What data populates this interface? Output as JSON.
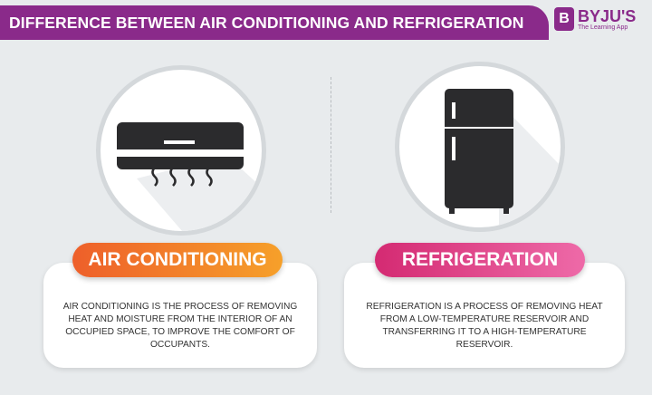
{
  "header": {
    "title": "DIFFERENCE BETWEEN AIR CONDITIONING AND REFRIGERATION"
  },
  "logo": {
    "letter": "B",
    "name": "BYJU'S",
    "tagline": "The Learning App"
  },
  "colors": {
    "brand": "#8a2a8a",
    "ac_pill": "#f07a28",
    "ref_pill": "#dc3f86",
    "background": "#e8ebed"
  },
  "left": {
    "icon": "air-conditioner-icon",
    "title": "AIR CONDITIONING",
    "description": "AIR CONDITIONING IS THE PROCESS OF REMOVING HEAT AND MOISTURE FROM THE INTERIOR OF AN OCCUPIED SPACE, TO IMPROVE THE COMFORT OF OCCUPANTS."
  },
  "right": {
    "icon": "refrigerator-icon",
    "title": "REFRIGERATION",
    "description": "REFRIGERATION IS A PROCESS OF REMOVING HEAT FROM A LOW-TEMPERATURE RESERVOIR AND TRANSFERRING IT TO A HIGH-TEMPERATURE RESERVOIR."
  }
}
